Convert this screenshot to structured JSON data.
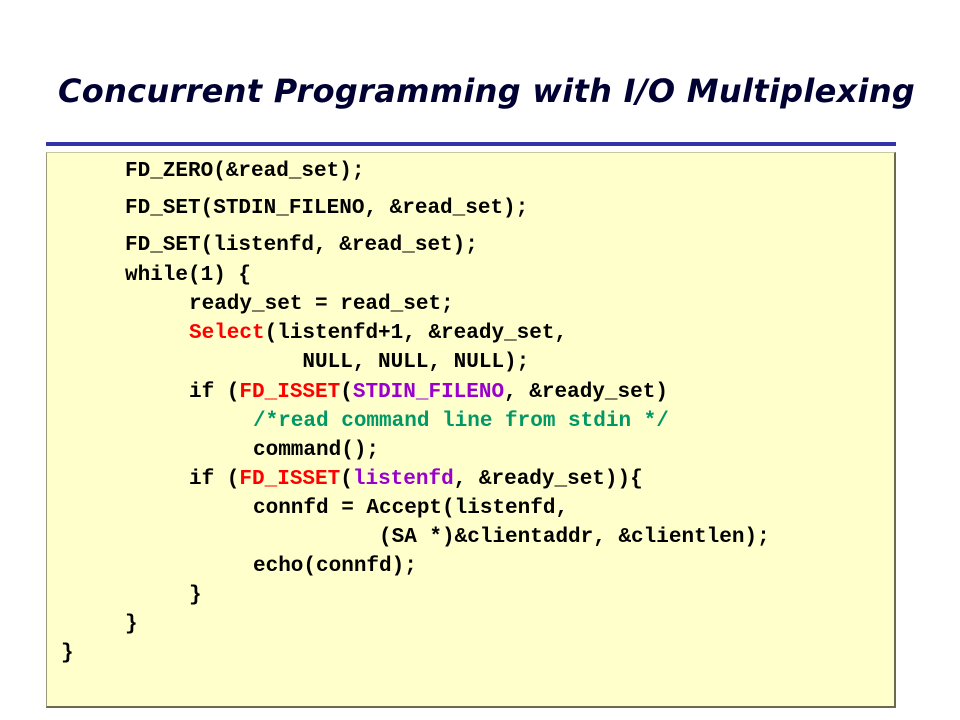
{
  "slide": {
    "title": "Concurrent Programming with I/O Multiplexing"
  },
  "colors": {
    "title": "#000033",
    "rule": "#3333aa",
    "panel_bg": "#ffffcc",
    "function_red": "#ff0000",
    "identifier_purple": "#9900cc",
    "comment_green": "#009966"
  },
  "code": {
    "lines": [
      {
        "indent": 1,
        "tokens": [
          {
            "t": "FD_ZERO(&read_set);",
            "c": "plain"
          }
        ]
      },
      {
        "indent": 1,
        "tokens": [
          {
            "t": "FD_SET(STDIN_FILENO, &read_set);",
            "c": "plain"
          }
        ]
      },
      {
        "indent": 1,
        "tokens": [
          {
            "t": "FD_SET(listenfd, &read_set);",
            "c": "plain"
          }
        ]
      },
      {
        "indent": 1,
        "tokens": [
          {
            "t": "while(1) {",
            "c": "plain"
          }
        ]
      },
      {
        "indent": 2,
        "tokens": [
          {
            "t": "ready_set = read_set;",
            "c": "plain"
          }
        ]
      },
      {
        "indent": 2,
        "tokens": [
          {
            "t": "Select",
            "c": "red"
          },
          {
            "t": "(listenfd+1, &ready_set,",
            "c": "plain"
          }
        ]
      },
      {
        "indent": 2,
        "tokens": [
          {
            "t": "         NULL, NULL, NULL);",
            "c": "plain"
          }
        ]
      },
      {
        "indent": 2,
        "tokens": [
          {
            "t": "if (",
            "c": "plain"
          },
          {
            "t": "FD_ISSET",
            "c": "red"
          },
          {
            "t": "(",
            "c": "plain"
          },
          {
            "t": "STDIN_FILENO",
            "c": "purple"
          },
          {
            "t": ", &ready_set)",
            "c": "plain"
          }
        ]
      },
      {
        "indent": 3,
        "tokens": [
          {
            "t": "/*read command line from stdin */",
            "c": "green"
          }
        ]
      },
      {
        "indent": 3,
        "tokens": [
          {
            "t": "command();",
            "c": "plain"
          }
        ]
      },
      {
        "indent": 2,
        "tokens": [
          {
            "t": "if (",
            "c": "plain"
          },
          {
            "t": "FD_ISSET",
            "c": "red"
          },
          {
            "t": "(",
            "c": "plain"
          },
          {
            "t": "listenfd",
            "c": "purple"
          },
          {
            "t": ", &ready_set)){",
            "c": "plain"
          }
        ]
      },
      {
        "indent": 3,
        "tokens": [
          {
            "t": "connfd = Accept(listenfd,",
            "c": "plain"
          }
        ]
      },
      {
        "indent": 3,
        "tokens": [
          {
            "t": "          (SA *)&clientaddr, &clientlen);",
            "c": "plain"
          }
        ]
      },
      {
        "indent": 3,
        "tokens": [
          {
            "t": "echo(connfd);",
            "c": "plain"
          }
        ]
      },
      {
        "indent": 2,
        "tokens": [
          {
            "t": "}",
            "c": "plain"
          }
        ]
      },
      {
        "indent": 1,
        "tokens": [
          {
            "t": "}",
            "c": "plain"
          }
        ]
      },
      {
        "indent": 0,
        "tokens": [
          {
            "t": "}",
            "c": "plain"
          }
        ]
      }
    ]
  }
}
